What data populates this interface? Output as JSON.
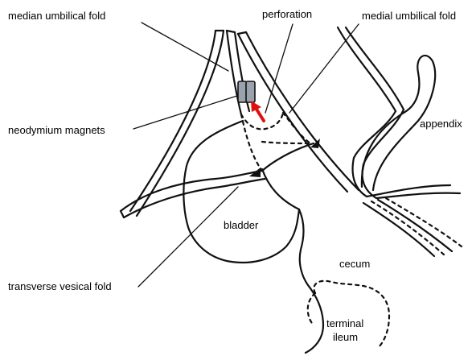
{
  "labels": {
    "median_umbilical_fold": "median umbilical fold",
    "perforation": "perforation",
    "medial_umbilical_fold": "medial umbilical fold",
    "appendix": "appendix",
    "neodymium_magnets": "neodymium magnets",
    "bladder": "bladder",
    "cecum": "cecum",
    "transverse_vesical_fold": "transverse vesical fold",
    "terminal": "terminal",
    "ileum": "ileum"
  },
  "colors": {
    "line": "#111111",
    "magnet": "#9aa3ad",
    "arrow": "#e01010",
    "background": "#ffffff"
  }
}
